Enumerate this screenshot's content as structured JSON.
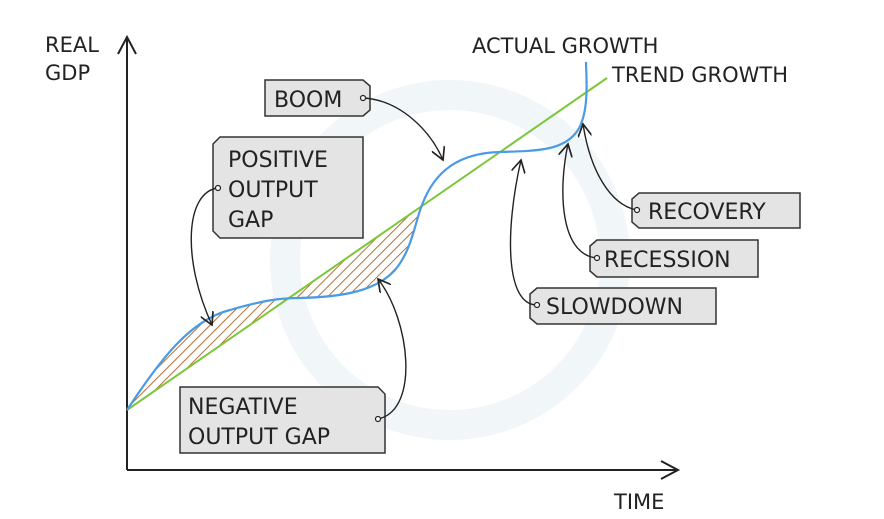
{
  "axes": {
    "y_label_line1": "REAL",
    "y_label_line2": "GDP",
    "x_label": "TIME"
  },
  "lines": {
    "actual": "ACTUAL GROWTH",
    "trend": "TREND GROWTH"
  },
  "colors": {
    "actual": "#4a9be6",
    "trend": "#7cc63a",
    "hatch": "#b5703a",
    "box": "#e4e4e4"
  },
  "labels": {
    "boom": "BOOM",
    "positive": [
      "POSITIVE",
      "OUTPUT",
      "GAP"
    ],
    "negative": [
      "NEGATIVE",
      "OUTPUT GAP"
    ],
    "slowdown": "SLOWDOWN",
    "recession": "RECESSION",
    "recovery": "RECOVERY"
  }
}
